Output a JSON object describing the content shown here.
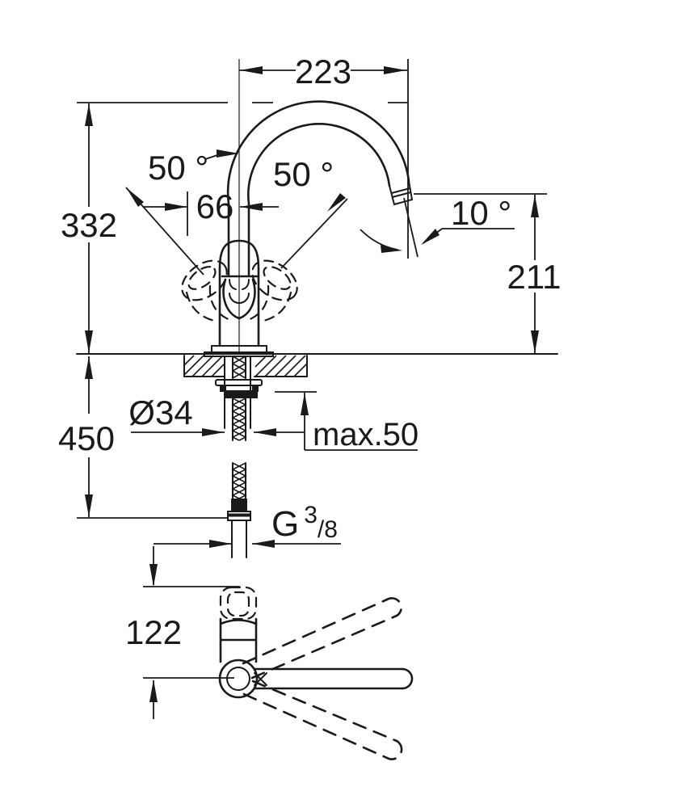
{
  "drawing": {
    "front_view": {
      "spout_reach": "223",
      "height_to_spout_top": "332",
      "handle_offset": "66",
      "swivel_angle_left": "50 °",
      "swivel_angle_right": "50 °",
      "outlet_angle": "10 °",
      "outlet_height": "211",
      "hole_diameter": "Ø34",
      "max_mounting_thickness": "max.50",
      "below_deck_length": "450",
      "thread": {
        "g": "G",
        "sup": "3",
        "sub": "/8"
      }
    },
    "top_view": {
      "spout_pivot_offset": "122"
    }
  },
  "colors": {
    "line": "#1a1a1a",
    "background": "#ffffff"
  }
}
